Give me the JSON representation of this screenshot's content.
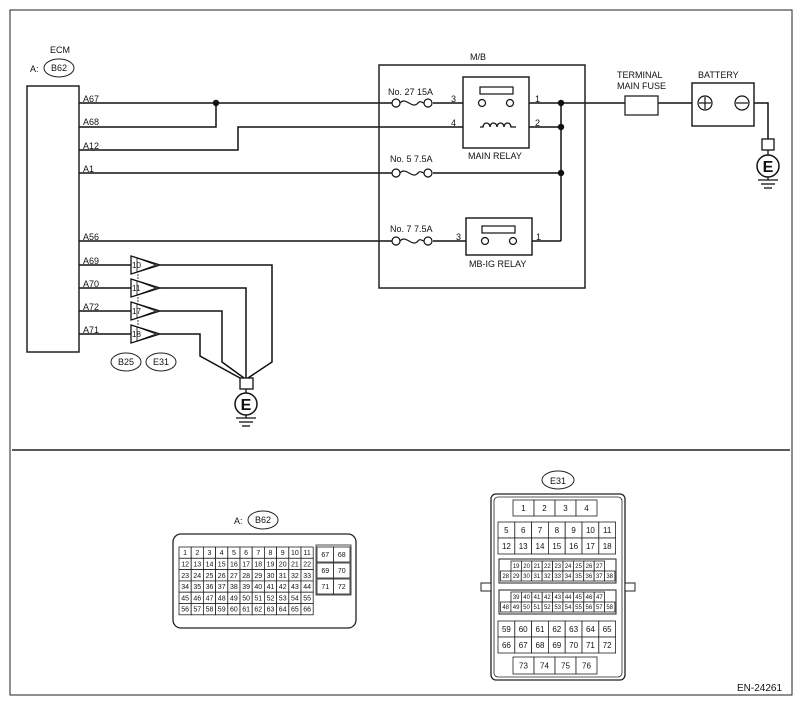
{
  "figure_id": "EN-24261",
  "ecm": {
    "title": "ECM",
    "connector_prefix": "A:",
    "connector": "B62",
    "pins": [
      "A67",
      "A68",
      "A12",
      "A1",
      "A56",
      "A69",
      "A70",
      "A72",
      "A71"
    ]
  },
  "mb": {
    "title": "M/B"
  },
  "fuses": [
    {
      "label": "No. 27  15A"
    },
    {
      "label": "No. 5  7.5A"
    },
    {
      "label": "No. 7  7.5A"
    }
  ],
  "main_relay": {
    "label": "MAIN RELAY",
    "pins": [
      "3",
      "1",
      "4",
      "2"
    ]
  },
  "mbig_relay": {
    "label": "MB-IG RELAY",
    "pins": [
      "3",
      "1"
    ]
  },
  "terminal_fuse": {
    "line1": "TERMINAL",
    "line2": "MAIN FUSE"
  },
  "battery": {
    "label": "BATTERY",
    "plus": "+",
    "minus": "−"
  },
  "ground_symbol": "E",
  "joint": {
    "pins": [
      "10",
      "11",
      "17",
      "18"
    ],
    "connectors": [
      "B25",
      "E31"
    ]
  },
  "connector_b62": {
    "prefix": "A:",
    "name": "B62",
    "rows": [
      [
        "1",
        "2",
        "3",
        "4",
        "5",
        "6",
        "7",
        "8",
        "9",
        "10",
        "11"
      ],
      [
        "12",
        "13",
        "14",
        "15",
        "16",
        "17",
        "18",
        "19",
        "20",
        "21",
        "22"
      ],
      [
        "23",
        "24",
        "25",
        "26",
        "27",
        "28",
        "29",
        "30",
        "31",
        "32",
        "33"
      ],
      [
        "34",
        "35",
        "36",
        "37",
        "38",
        "39",
        "40",
        "41",
        "42",
        "43",
        "44"
      ],
      [
        "45",
        "46",
        "47",
        "48",
        "49",
        "50",
        "51",
        "52",
        "53",
        "54",
        "55"
      ],
      [
        "56",
        "57",
        "58",
        "59",
        "60",
        "61",
        "62",
        "63",
        "64",
        "65",
        "66"
      ]
    ],
    "side_rows": [
      [
        "67",
        "68"
      ],
      [
        "69",
        "70"
      ],
      [
        "71",
        "72"
      ]
    ]
  },
  "connector_e31": {
    "name": "E31",
    "top_row": [
      "1",
      "2",
      "3",
      "4"
    ],
    "row2": [
      "5",
      "6",
      "7",
      "8",
      "9",
      "10",
      "11"
    ],
    "row3": [
      "12",
      "13",
      "14",
      "15",
      "16",
      "17",
      "18"
    ],
    "small1a": [
      "19",
      "20",
      "21",
      "22",
      "23",
      "24",
      "25",
      "26",
      "27"
    ],
    "small1b": [
      "28",
      "29",
      "30",
      "31",
      "32",
      "33",
      "34",
      "35",
      "36",
      "37",
      "38"
    ],
    "small2a": [
      "39",
      "40",
      "41",
      "42",
      "43",
      "44",
      "45",
      "46",
      "47"
    ],
    "small2b": [
      "48",
      "49",
      "50",
      "51",
      "52",
      "53",
      "54",
      "55",
      "56",
      "57",
      "58"
    ],
    "row4": [
      "59",
      "60",
      "61",
      "62",
      "63",
      "64",
      "65"
    ],
    "row5": [
      "66",
      "67",
      "68",
      "69",
      "70",
      "71",
      "72"
    ],
    "bottom_row": [
      "73",
      "74",
      "75",
      "76"
    ]
  }
}
